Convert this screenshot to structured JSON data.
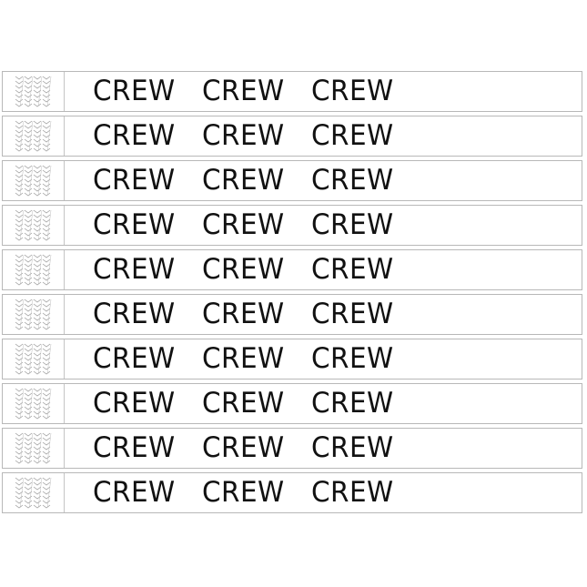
{
  "wristband": {
    "label": "CREW",
    "repeat_per_band": 3,
    "band_count": 10,
    "band_color": "#ffffff",
    "text_color": "#111111",
    "border_color": "#b8b8b8"
  }
}
